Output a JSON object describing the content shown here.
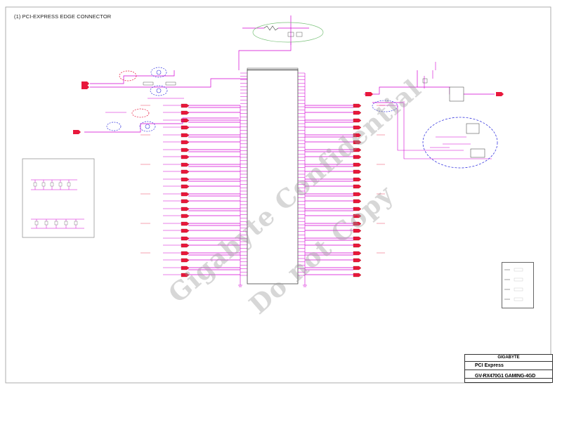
{
  "page": {
    "section_title": "(1) PCI-EXPRESS EDGE CONNECTOR"
  },
  "watermark": {
    "line1": "Gigabyte Confidential",
    "line2": "Do not Copy"
  },
  "title_block": {
    "company": "GIGABYTE",
    "title": "PCI Express",
    "model": "GV-RX470G1 GAMING-4GD"
  },
  "colors": {
    "wire": "#d400d4",
    "connector": "#e8183c",
    "text_red": "#e8183c",
    "text_blue": "#2a2ad8",
    "text_green": "#22a022",
    "dashed_blue": "#3a3ae0",
    "dashed_red": "#e8183c",
    "ellipse_green": "#7ac27a",
    "frame": "#999999",
    "outline": "#444444"
  }
}
